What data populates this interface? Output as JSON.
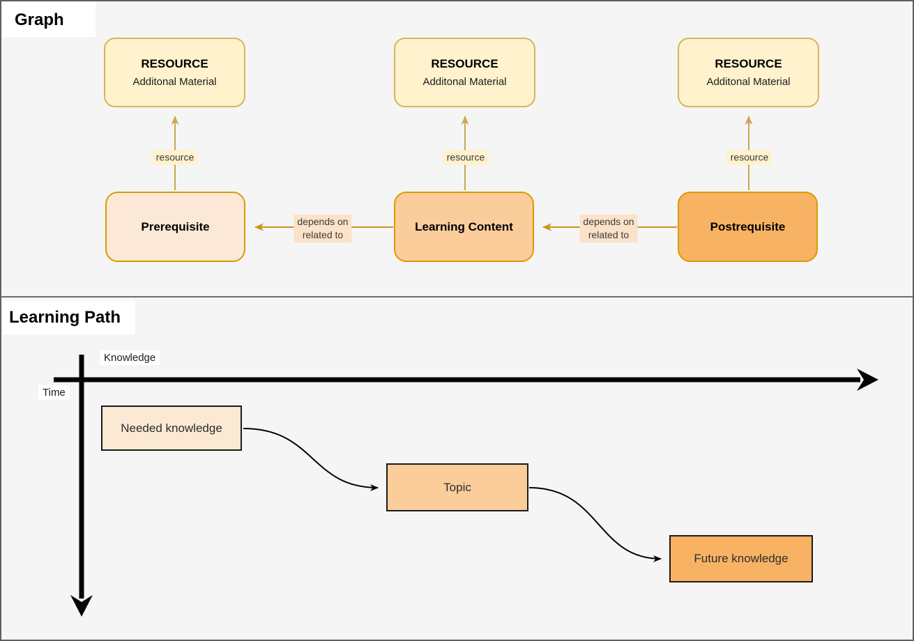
{
  "colors": {
    "background": "#F5F5F5",
    "panel_border": "#606060",
    "resource_fill": "#FFF2CC",
    "resource_border": "#D6B656",
    "prerequisite_fill": "#FBE8D7",
    "learning_content_fill": "#FBCD9B",
    "postrequisite_fill": "#F8B264",
    "graph_node_border": "#D79B00",
    "resource_arrow": "#C9A84C",
    "depends_arrow": "#C9941C",
    "depends_label_bg": "#FCE2C8",
    "learning_path_stroke": "#000000"
  },
  "graph_panel": {
    "title": "Graph",
    "resource_node": {
      "title": "RESOURCE",
      "subtitle": "Additonal Material"
    },
    "edge_labels": {
      "resource": "resource",
      "depends_line1": "depends on",
      "depends_line2": "related to"
    },
    "nodes": {
      "prerequisite": "Prerequisite",
      "learning_content": "Learning Content",
      "postrequisite": "Postrequisite"
    }
  },
  "learning_path_panel": {
    "title": "Learning Path",
    "axes": {
      "x": "Knowledge",
      "y": "Time"
    },
    "nodes": {
      "needed": "Needed knowledge",
      "topic": "Topic",
      "future": "Future knowledge"
    }
  }
}
